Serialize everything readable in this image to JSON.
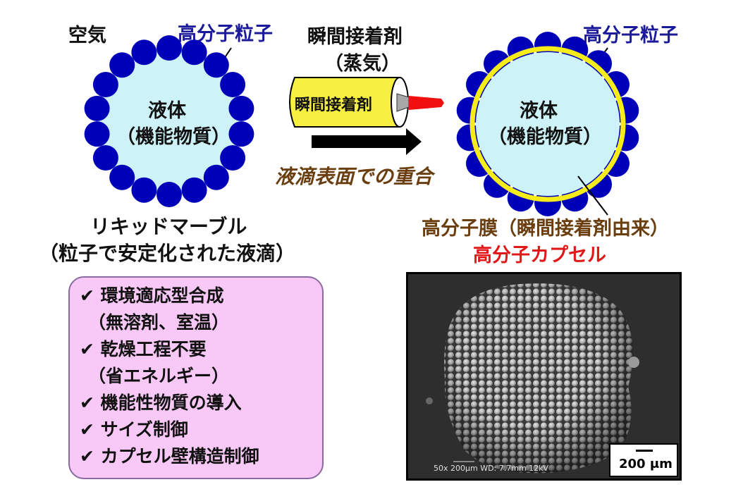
{
  "colors": {
    "particle_blue": "#0000b8",
    "liquid_cyan": "#cdf3f8",
    "membrane_yellow": "#f6ec1a",
    "label_blue": "#1a1a9a",
    "label_brown": "#6b3e10",
    "label_red": "#e01818",
    "feature_bg": "#f8c8f6",
    "tube_yellow": "#f8f040",
    "nozzle_red": "#f01010"
  },
  "left_diagram": {
    "air_label": "空気",
    "particle_label": "高分子粒子",
    "liquid_line1": "液体",
    "liquid_line2": "（機能物質）",
    "caption_line1": "リキッドマーブル",
    "caption_line2": "（粒子で安定化された液滴）"
  },
  "middle": {
    "reagent_line1": "瞬間接着剤",
    "reagent_line2": "（蒸気）",
    "tube_label": "瞬間接着剤",
    "process_label": "液滴表面での重合"
  },
  "right_diagram": {
    "particle_label": "高分子粒子",
    "liquid_line1": "液体",
    "liquid_line2": "（機能物質）",
    "membrane_label": "高分子膜（瞬間接着剤由来）",
    "product_label": "高分子カプセル"
  },
  "features": {
    "check_icon": "✔",
    "items": [
      {
        "text": "✔ 環境適応型合成"
      },
      {
        "text": "（無溶剤、室温）"
      },
      {
        "text": "✔ 乾燥工程不要"
      },
      {
        "text": "（省エネルギー）"
      },
      {
        "text": "✔ 機能性物質の導入"
      },
      {
        "text": "✔ サイズ制御"
      },
      {
        "text": "✔ カプセル壁構造制御"
      }
    ]
  },
  "sem_image": {
    "info_bar": "50x  200μm  WD: 7.7mm  12kV",
    "scale_label": "200 μm"
  }
}
